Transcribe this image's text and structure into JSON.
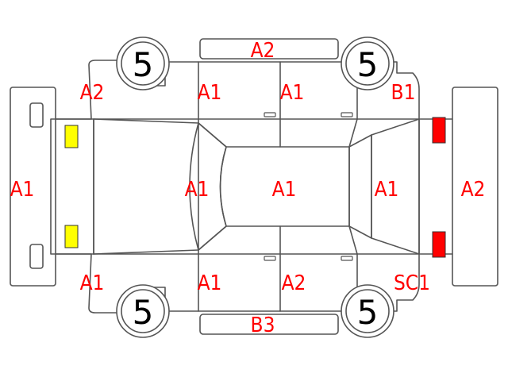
{
  "colors": {
    "code_text": "#ff0000",
    "front_lights": "#ffff00",
    "rear_lights": "#ff0000",
    "line": "#555555"
  },
  "wheels": [
    "5",
    "5",
    "5",
    "5"
  ],
  "codes": {
    "top_panel": "A2",
    "front_left_fender": "A2",
    "hood_left": "A1",
    "roof_front": "A1",
    "rear_right_fender": "B1",
    "front_bumper": "A1",
    "windshield": "A1",
    "roof": "A1",
    "rear_glass": "A1",
    "rear_bumper": "A2",
    "front_right_fender": "A1",
    "front_door_bottom": "A1",
    "rear_door_bottom": "A2",
    "rear_right_corner": "SC1",
    "bottom_panel": "B3"
  }
}
